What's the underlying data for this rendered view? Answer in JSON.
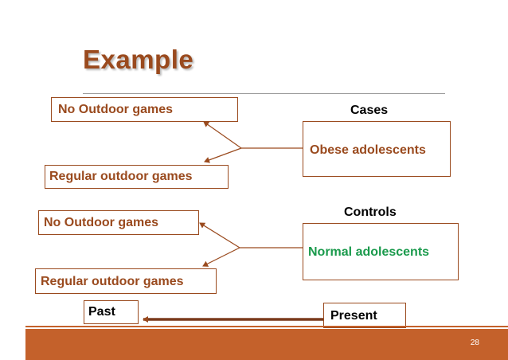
{
  "title": "Example",
  "cases": {
    "heading": "Cases",
    "group": "Obese adolescents",
    "exposure_none": "No Outdoor games",
    "exposure_regular": "Regular outdoor games"
  },
  "controls": {
    "heading": "Controls",
    "group": "Normal adolescents",
    "exposure_none": "No Outdoor games",
    "exposure_regular": "Regular outdoor games"
  },
  "timeline": {
    "past": "Past",
    "present": "Present"
  },
  "page_number": "28",
  "colors": {
    "accent": "#9a4a1e",
    "controls_group": "#1a9a4c",
    "footer_bar": "#c4612b"
  }
}
